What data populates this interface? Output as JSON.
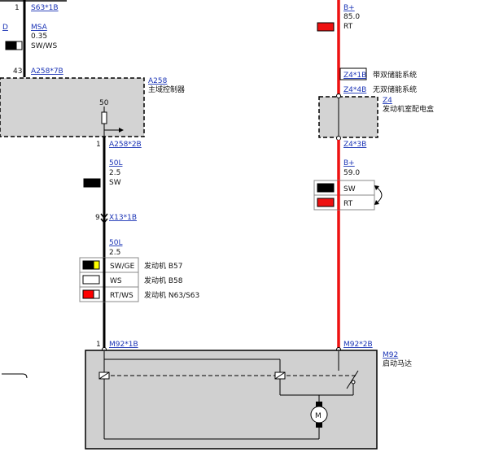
{
  "left_wire": {
    "top_pin": "1",
    "top_connector": "S63*1B",
    "left_edge_text": "D",
    "func_code": "MSA",
    "cross_section": "0.35",
    "color_code": "SW/WS",
    "pin_43": "43",
    "connector_a258_7b": "A258*7B",
    "a258_id": "A258",
    "a258_name": "主域控制器",
    "a258_inner_label": "50",
    "pin_1_b": "1",
    "connector_a258_2b": "A258*2B",
    "wire_50l_1": "50L",
    "cross_1": "2.5",
    "color_sw": "SW",
    "pin_9": "9",
    "connector_x13": "X13*1B",
    "wire_50l_2": "50L",
    "cross_2": "2.5",
    "variants": [
      {
        "color_code": "SW/GE",
        "engine": "发动机 B57",
        "swatch_main": "#000000",
        "swatch_stripe": "#ffff00"
      },
      {
        "color_code": "WS",
        "engine": "发动机 B58",
        "swatch_main": "#ffffff",
        "swatch_stripe": ""
      },
      {
        "color_code": "RT/WS",
        "engine": "发动机 N63/S63",
        "swatch_main": "#ff0000",
        "swatch_stripe": "#ffffff"
      }
    ],
    "pin_1_m92": "1",
    "connector_m92_1b": "M92*1B"
  },
  "right_wire": {
    "func_code": "B+",
    "cross_section": "85.0",
    "color_code": "RT",
    "connector_z4_1b": "Z4*1B",
    "z4_1b_desc": "带双储能系统",
    "connector_z4_4b": "Z4*4B",
    "z4_4b_desc": "无双储能系统",
    "z4_id": "Z4",
    "z4_name": "发动机室配电盒",
    "connector_z4_3b": "Z4*3B",
    "func_code_2": "B+",
    "cross_section_2": "59.0",
    "alt_colors": [
      "SW",
      "RT"
    ],
    "connector_m92_2b": "M92*2B"
  },
  "starter": {
    "id": "M92",
    "name": "启动马达",
    "motor_symbol": "M"
  },
  "colors": {
    "red_wire": "#ee1111",
    "black_wire": "#000000",
    "component_fill": "#d0d0d0",
    "link": "#1a33b5"
  }
}
